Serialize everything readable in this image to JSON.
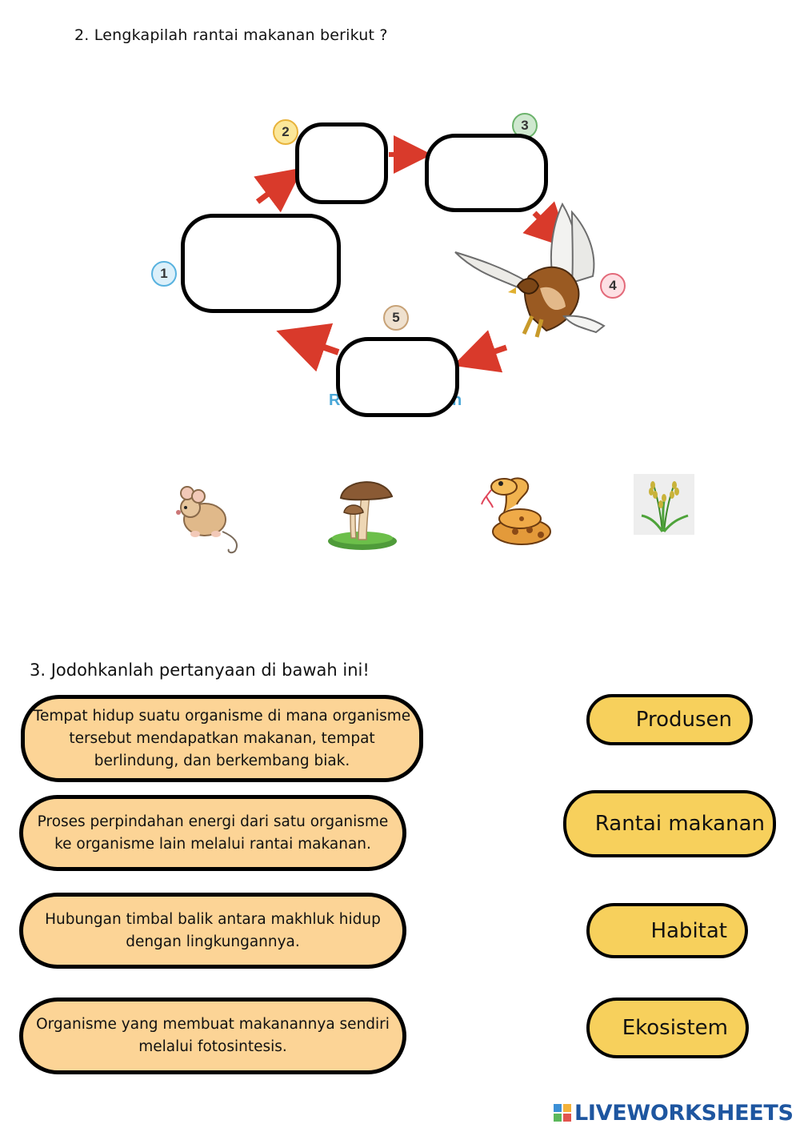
{
  "question2": {
    "title": "2. Lengkapilah  rantai makanan berikut ?",
    "diagram": {
      "numbers": [
        "1",
        "2",
        "3",
        "4",
        "5"
      ],
      "hidden_label_fragments": [
        "R",
        "n"
      ]
    },
    "draggable_items": [
      {
        "name": "mouse",
        "icon": "mouse-icon"
      },
      {
        "name": "mushroom",
        "icon": "mushroom-icon"
      },
      {
        "name": "snake",
        "icon": "snake-icon"
      },
      {
        "name": "rice plant",
        "icon": "rice-plant-icon"
      }
    ]
  },
  "question3": {
    "title": "3. Jodohkanlah pertanyaan di bawah ini!",
    "questions": [
      "Tempat hidup suatu organisme di mana organisme tersebut mendapatkan makanan, tempat berlindung, dan berkembang biak.",
      "Proses perpindahan energi dari satu organisme ke organisme lain melalui rantai makanan.",
      "Hubungan timbal balik antara makhluk hidup dengan lingkungannya.",
      "Organisme yang membuat makanannya sendiri melalui fotosintesis."
    ],
    "answers": [
      "Produsen",
      "Rantai makanan",
      "Habitat",
      "Ekosistem"
    ]
  },
  "footer": {
    "brand": "LIVEWORKSHEETS",
    "colors": {
      "brand": "#1e56a0",
      "question_pill": "#fcd496",
      "answer_pill": "#f7d05c"
    }
  }
}
